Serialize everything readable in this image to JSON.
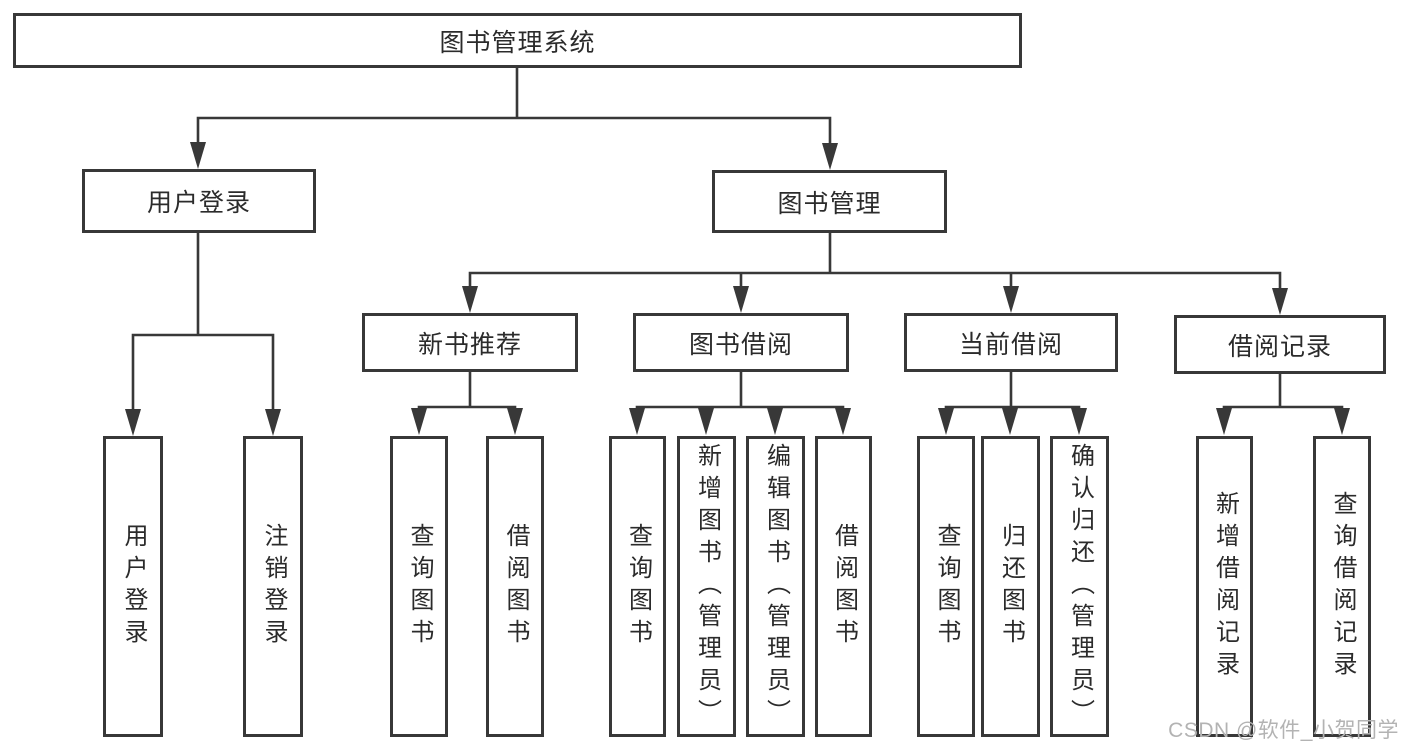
{
  "tree": {
    "root": "图书管理系统",
    "user_login": {
      "label": "用户登录",
      "children": [
        "用户登录",
        "注销登录"
      ]
    },
    "book_management": {
      "label": "图书管理",
      "sections": [
        {
          "label": "新书推荐",
          "children": [
            "查询图书",
            "借阅图书"
          ]
        },
        {
          "label": "图书借阅",
          "children": [
            "查询图书",
            "新增图书（管理员）",
            "编辑图书（管理员）",
            "借阅图书"
          ]
        },
        {
          "label": "当前借阅",
          "children": [
            "查询图书",
            "归还图书",
            "确认归还（管理员）"
          ]
        },
        {
          "label": "借阅记录",
          "children": [
            "新增借阅记录",
            "查询借阅记录"
          ]
        }
      ]
    }
  },
  "watermark": "CSDN @软件_小贺同学",
  "colors": {
    "line": "#383838",
    "border": "#383838",
    "text": "#2b2b2b",
    "background": "#ffffff",
    "watermark": "#b3b3b3"
  }
}
